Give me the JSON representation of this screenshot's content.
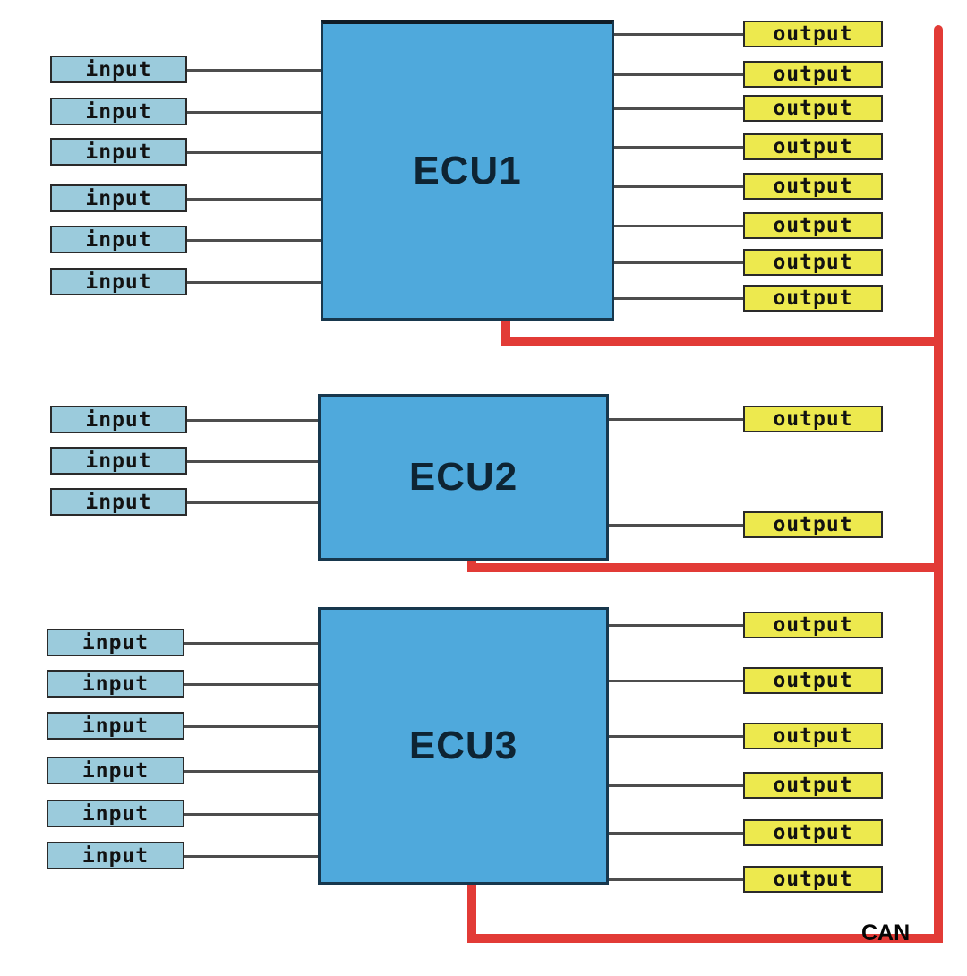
{
  "bus": {
    "label": "CAN"
  },
  "ecus": [
    {
      "label": "ECU1",
      "inputs": [
        "input",
        "input",
        "input",
        "input",
        "input",
        "input"
      ],
      "outputs": [
        "output",
        "output",
        "output",
        "output",
        "output",
        "output",
        "output",
        "output"
      ]
    },
    {
      "label": "ECU2",
      "inputs": [
        "input",
        "input",
        "input"
      ],
      "outputs": [
        "output",
        "output"
      ]
    },
    {
      "label": "ECU3",
      "inputs": [
        "input",
        "input",
        "input",
        "input",
        "input",
        "input"
      ],
      "outputs": [
        "output",
        "output",
        "output",
        "output",
        "output",
        "output"
      ]
    }
  ],
  "colors": {
    "ecu_fill": "#4fa9dc",
    "input_fill": "#9bcbdc",
    "output_fill": "#ede94e",
    "wire": "#4d4d4d",
    "bus": "#e23b36",
    "label_text": "#0e2433"
  }
}
